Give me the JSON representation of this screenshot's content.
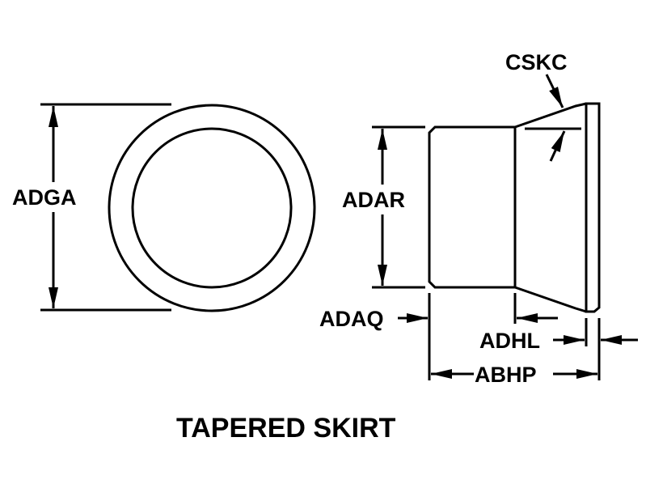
{
  "title": "TAPERED SKIRT",
  "labels": {
    "adga": "ADGA",
    "adar": "ADAR",
    "adaq": "ADAQ",
    "cskc": "CSKC",
    "adhl": "ADHL",
    "abhp": "ABHP"
  }
}
